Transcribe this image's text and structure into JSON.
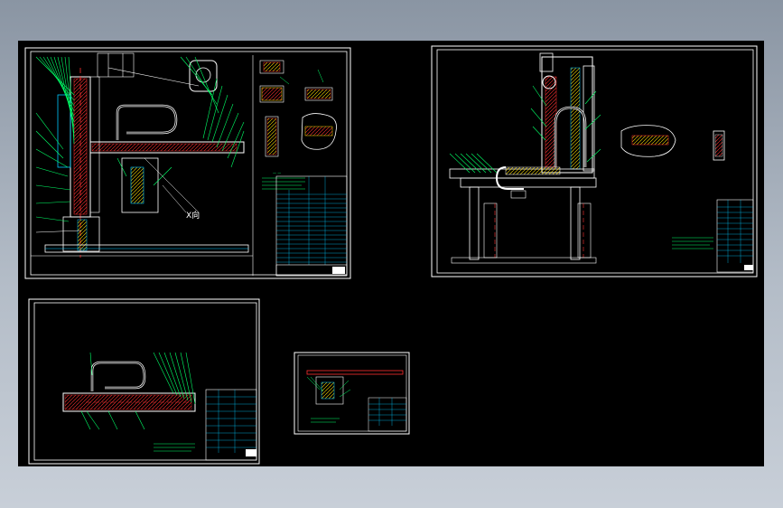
{
  "viewer": {
    "background_color": "#000000",
    "frame_color": "#ffffff",
    "accent_colors": {
      "cyan": "#00c8ff",
      "green": "#00ff66",
      "red": "#ff2020",
      "yellow": "#ffe000",
      "magenta": "#ff33cc",
      "white": "#ffffff"
    }
  },
  "sheets": [
    {
      "name": "assembly-drawing-sheet",
      "title_label": "X向"
    },
    {
      "name": "column-drawing-sheet",
      "title_label": ""
    },
    {
      "name": "arm-drawing-sheet",
      "title_label": ""
    },
    {
      "name": "detail-drawing-sheet",
      "title_label": ""
    }
  ]
}
